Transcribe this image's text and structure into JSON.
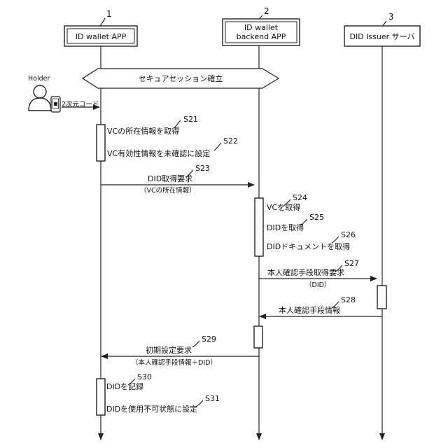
{
  "participants": [
    {
      "number": "1",
      "label": "ID wallet APP"
    },
    {
      "number": "2",
      "label_line1": "ID wallet",
      "label_line2": "backend APP"
    },
    {
      "number": "3",
      "label": "DID Issuer サーバ"
    }
  ],
  "secure_session": "セキュアセッション確立",
  "holder": {
    "label": "Holder",
    "qr_label": "2次元コード"
  },
  "steps": {
    "s21": {
      "code": "S21",
      "text": "VCの所在情報を取得"
    },
    "s22": {
      "code": "S22",
      "text": "VC有効性情報を未確認に設定"
    },
    "s23": {
      "code": "S23",
      "text": "DID取得要求",
      "sub": "（VCの所在情報）"
    },
    "s24": {
      "code": "S24",
      "text": "VCを取得"
    },
    "s25": {
      "code": "S25",
      "text": "DIDを取得"
    },
    "s26": {
      "code": "S26",
      "text": "DIDドキュメントを取得"
    },
    "s27": {
      "code": "S27",
      "text": "本人確認手段取得要求",
      "sub": "（DID）"
    },
    "s28": {
      "code": "S28",
      "text": "本人確認手段情報"
    },
    "s29": {
      "code": "S29",
      "text": "初期設定要求",
      "sub": "（本人確認手段情報＋DID）"
    },
    "s30": {
      "code": "S30",
      "text": "DIDを記録"
    },
    "s31": {
      "code": "S31",
      "text": "DIDを使用不可状態に設定"
    }
  }
}
